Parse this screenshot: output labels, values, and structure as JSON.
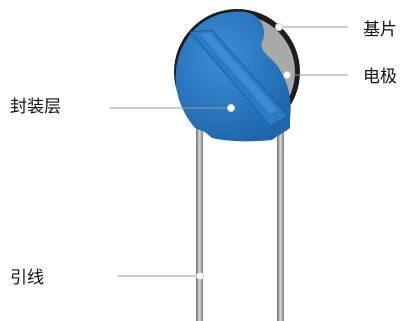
{
  "labels": {
    "substrate": "基片",
    "electrode": "电极",
    "encapsulation": "封装层",
    "lead": "引线"
  },
  "colors": {
    "encapsulation": "#2e7cc4",
    "encapsulation_dark": "#1f5f9e",
    "substrate": "#1c1c1c",
    "electrode": "#a9a9a9",
    "lead": "#8e8e8e",
    "pointer_line": "#9a9a9a"
  }
}
